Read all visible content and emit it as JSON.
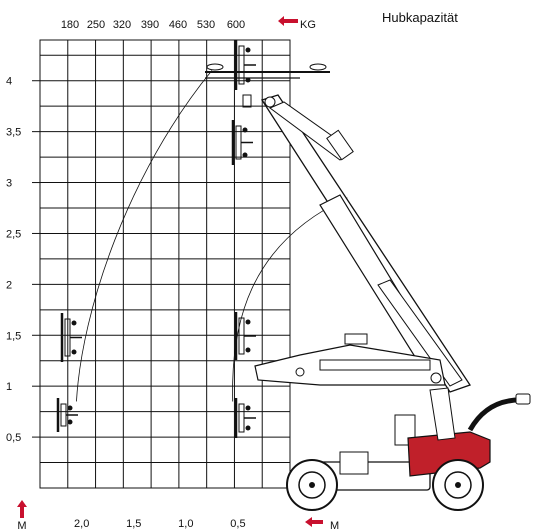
{
  "chart_data": {
    "type": "load-chart",
    "title": "Hubkapazität",
    "capacity_labels": [
      "180",
      "250",
      "320",
      "390",
      "460",
      "530",
      "600"
    ],
    "capacity_unit": "KG",
    "y_unit": "M",
    "x_unit": "M",
    "y_ticks": [
      {
        "value": 0.5,
        "label": "0,5"
      },
      {
        "value": 1,
        "label": "1"
      },
      {
        "value": 1.5,
        "label": "1,5"
      },
      {
        "value": 2,
        "label": "2"
      },
      {
        "value": 2.5,
        "label": "2,5"
      },
      {
        "value": 3,
        "label": "3"
      },
      {
        "value": 3.5,
        "label": "3,5"
      },
      {
        "value": 4,
        "label": "4"
      }
    ],
    "x_ticks": [
      {
        "value": 2.0,
        "label": "2,0"
      },
      {
        "value": 1.5,
        "label": "1,5"
      },
      {
        "value": 1.0,
        "label": "1,0"
      },
      {
        "value": 0.5,
        "label": "0,5"
      }
    ],
    "ylim": [
      0,
      4.4
    ],
    "xlim": [
      2.4,
      0
    ],
    "arc_outer": [
      [
        2.05,
        0.85
      ],
      [
        2.0,
        1.75
      ],
      [
        1.55,
        3.1
      ],
      [
        0.75,
        4.1
      ]
    ],
    "arc_inner": [
      [
        0.55,
        0.85
      ],
      [
        0.57,
        1.6
      ],
      [
        0.4,
        2.4
      ],
      [
        -0.55,
        2.85
      ]
    ],
    "colors": {
      "accent": "#c8102e",
      "line": "#111111",
      "machine_red": "#c0202a"
    }
  }
}
